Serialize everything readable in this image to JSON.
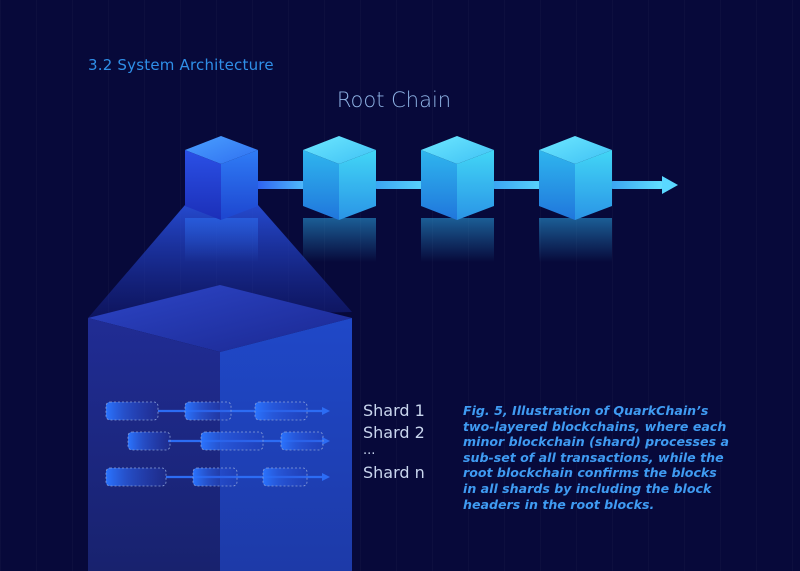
{
  "section_title": "3.2 System Architecture",
  "root_chain_label": "Root Chain",
  "shard_labels": [
    "Shard 1",
    "Shard 2",
    "...",
    "Shard n"
  ],
  "caption": "Fig. 5, Illustration of QuarkChain’s two-layered blockchains, where each minor blockchain (shard) processes a sub-set of all transactions, while the root blockchain confirms the blocks in all shards by including the block headers in the root blocks.",
  "colors": {
    "background": "#07093a",
    "accent_blue": "#2f8fe8",
    "cube_blue": "#2a5cf2",
    "cube_cyan": "#3fd2f2"
  }
}
